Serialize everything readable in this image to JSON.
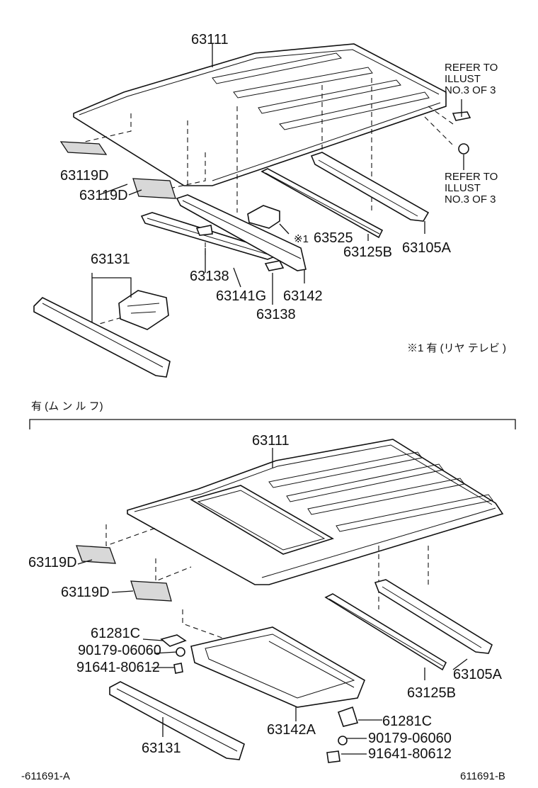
{
  "top_section": {
    "labels": {
      "roof_panel": "63111",
      "pad_left": "63119D",
      "pad_mid": "63119D",
      "reinf_a": "63138",
      "reinf_b": "63141G",
      "reinf_c": "63138",
      "bracket_a": "63142",
      "bracket_b": "63525",
      "bow_mid": "63125B",
      "bow_rear": "63105A",
      "header": "63131"
    },
    "note_mark": "※1",
    "refer_1": [
      "REFER TO",
      "ILLUST",
      "NO.3 OF 3"
    ],
    "refer_2": [
      "REFER TO",
      "ILLUST",
      "NO.3 OF 3"
    ],
    "footnote": "※1 有 (リヤ テレビ )"
  },
  "bottom_section": {
    "title": "有 (ム ン ル フ)",
    "labels": {
      "roof_panel": "63111",
      "pad_left": "63119D",
      "pad_mid": "63119D",
      "clip_a": "61281C",
      "nut_a": "90179-06060",
      "bolt_a": "91641-80612",
      "sunroof_frame": "63142A",
      "header": "63131",
      "clip_b": "61281C",
      "nut_b": "90179-06060",
      "bolt_b": "91641-80612",
      "bow_mid": "63125B",
      "bow_rear": "63105A"
    }
  },
  "footer": {
    "left_code": "-611691-A",
    "right_code": "611691-B"
  }
}
